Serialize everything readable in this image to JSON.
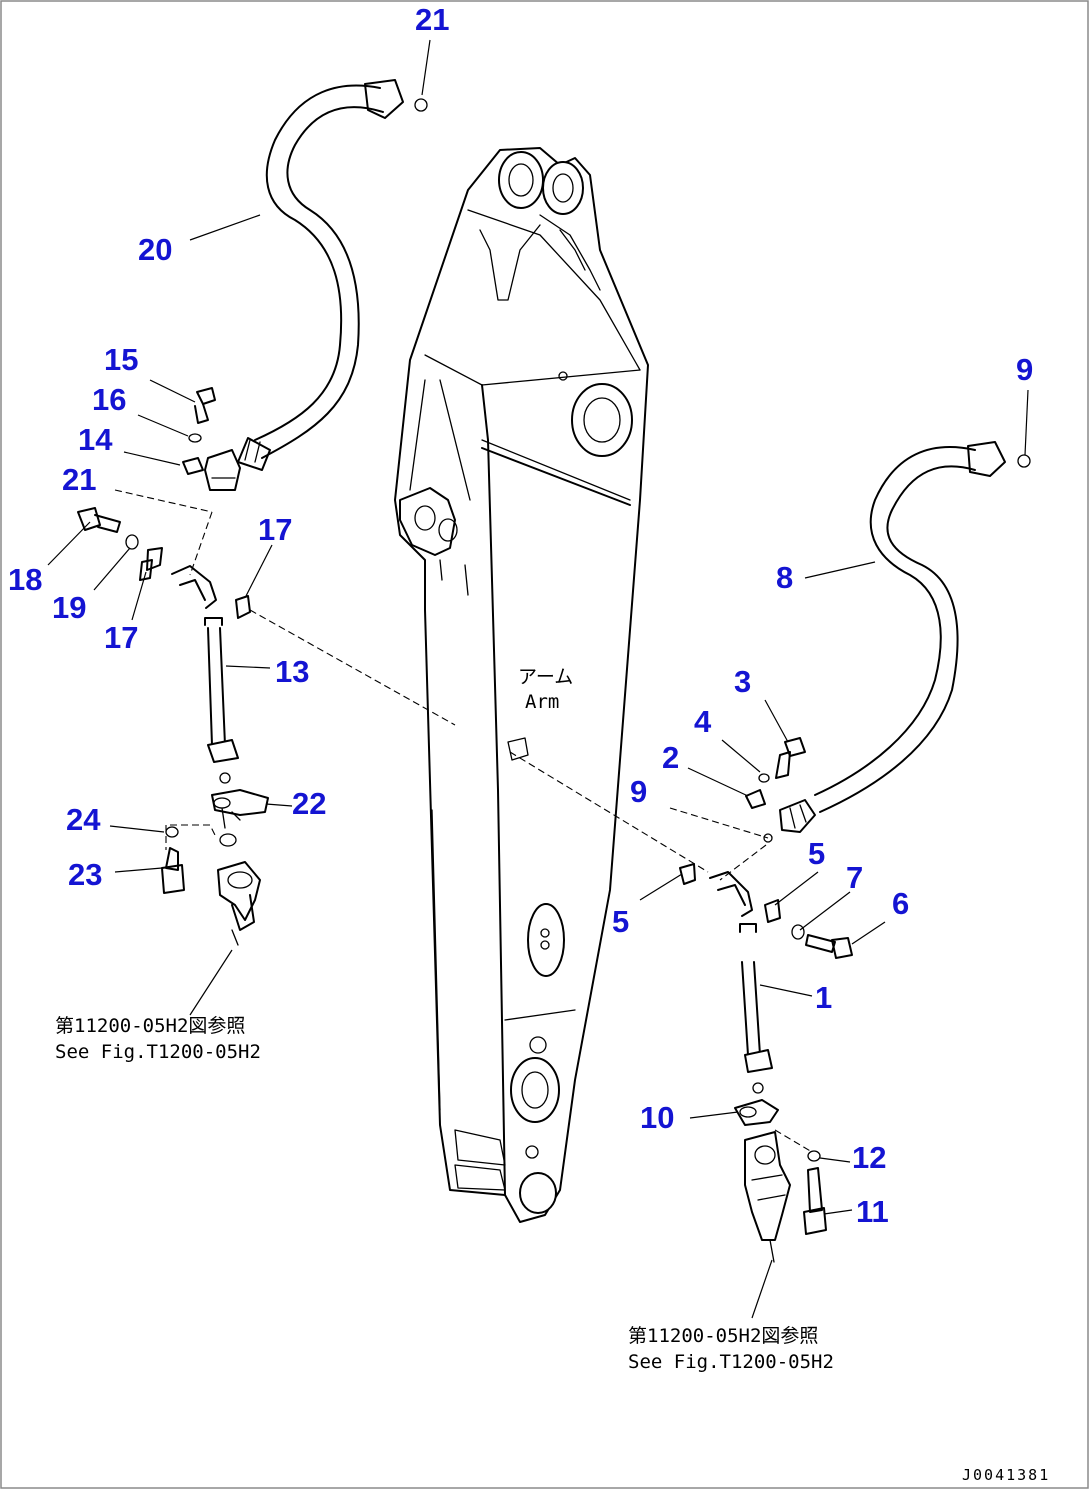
{
  "callouts": {
    "c21_top": "21",
    "c20": "20",
    "c15": "15",
    "c16": "16",
    "c14": "14",
    "c21_left": "21",
    "c18": "18",
    "c19": "19",
    "c17_a": "17",
    "c17_b": "17",
    "c13": "13",
    "c24": "24",
    "c22": "22",
    "c23": "23",
    "c9_top": "9",
    "c8": "8",
    "c3": "3",
    "c4": "4",
    "c2": "2",
    "c9_mid": "9",
    "c5_a": "5",
    "c5_b": "5",
    "c7": "7",
    "c6": "6",
    "c1": "1",
    "c10": "10",
    "c12": "12",
    "c11": "11"
  },
  "arm_label": {
    "japanese": "アーム",
    "english": "Arm"
  },
  "references": {
    "left": {
      "japanese": "第11200-05H2図参照",
      "english": "See Fig.T1200-05H2"
    },
    "right": {
      "japanese": "第11200-05H2図参照",
      "english": "See Fig.T1200-05H2"
    }
  },
  "drawing_code": "J0041381"
}
